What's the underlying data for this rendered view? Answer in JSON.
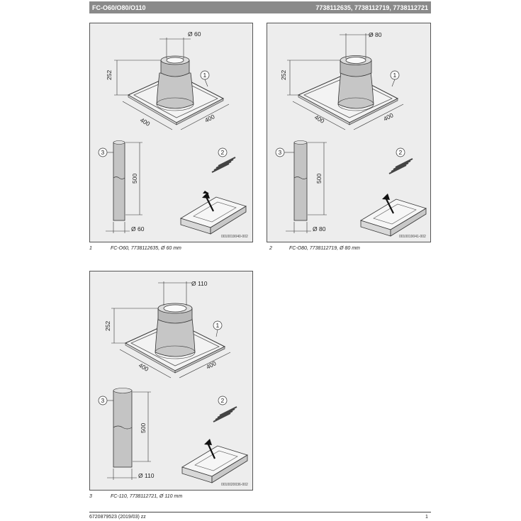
{
  "header": {
    "left": "FC-O60/O80/O110",
    "right": "7738112635, 7738112719, 7738112721"
  },
  "panels": [
    {
      "diameter_label": "Ø 60",
      "height_label": "252",
      "side_a": "400",
      "side_b": "400",
      "pipe_length": "500",
      "pipe_diameter": "Ø 60",
      "callout_1": "1",
      "callout_2": "2",
      "callout_3": "3",
      "image_code": "0010019040-002",
      "caption_num": "1",
      "caption": "FC-O60, 7738112635, Ø 60 mm"
    },
    {
      "diameter_label": "Ø 80",
      "height_label": "252",
      "side_a": "400",
      "side_b": "400",
      "pipe_length": "500",
      "pipe_diameter": "Ø 80",
      "callout_1": "1",
      "callout_2": "2",
      "callout_3": "3",
      "image_code": "0010019041-002",
      "caption_num": "2",
      "caption": "FC-O80, 7738112719, Ø 80 mm"
    },
    {
      "diameter_label": "Ø 110",
      "height_label": "252",
      "side_a": "400",
      "side_b": "400",
      "pipe_length": "500",
      "pipe_diameter": "Ø 110",
      "callout_1": "1",
      "callout_2": "2",
      "callout_3": "3",
      "image_code": "0010020036-002",
      "caption_num": "3",
      "caption": "FC-110, 7738112721, Ø 110 mm"
    }
  ],
  "footer": {
    "left": "6720879523 (2019/03) zz",
    "right": "1"
  }
}
